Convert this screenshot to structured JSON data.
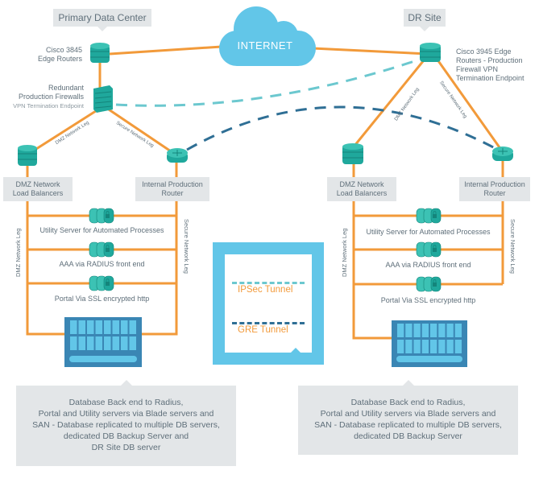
{
  "sites": {
    "primary": {
      "title": "Primary Data Center",
      "edge_router_label": [
        "Cisco 3845",
        "Edge Routers"
      ],
      "firewall_label": [
        "Redundant",
        "Production Firewalls"
      ],
      "firewall_sublabel": "VPN Termination Endpoint",
      "dmz_leg_label": "DMZ Network Leg",
      "secure_leg_label": "Secure Network Leg",
      "load_balancer_label": [
        "DMZ Network",
        "Load Balancers"
      ],
      "internal_router_label": [
        "Internal Production",
        "Router"
      ],
      "vertical_left_label": "DMZ Network Leg",
      "vertical_right_label": "Secure Network Leg",
      "servers": [
        {
          "label": "Utility Server for Automated Processes"
        },
        {
          "label": "AAA via RADIUS front end"
        },
        {
          "label": "Portal Via SSL encrypted http"
        }
      ],
      "callout": [
        "Database Back end to Radius,",
        "Portal and Utility servers via Blade servers and",
        "SAN - Database replicated to multiple DB servers,",
        "dedicated DB Backup Server and",
        "DR Site DB server"
      ]
    },
    "dr": {
      "title": "DR Site",
      "edge_router_label": [
        "Cisco 3945 Edge",
        "Routers - Production",
        "Firewall VPN",
        "Termination Endpoint"
      ],
      "dmz_leg_label": "DMZ Network Leg",
      "secure_leg_label": "Secure Network Leg",
      "load_balancer_label": [
        "DMZ Network",
        "Load Balancers"
      ],
      "internal_router_label": [
        "Internal Production",
        "Router"
      ],
      "vertical_left_label": "DMZ Network Leg",
      "vertical_right_label": "Secure Network Leg",
      "servers": [
        {
          "label": "Utility Server for Automated Processes"
        },
        {
          "label": "AAA via RADIUS front end"
        },
        {
          "label": "Portal Via SSL encrypted http"
        }
      ],
      "callout": [
        "Database Back end to Radius,",
        "Portal and Utility servers via Blade servers and",
        "SAN - Database replicated to multiple DB servers,",
        "dedicated DB Backup Server"
      ]
    }
  },
  "internet": {
    "label": "INTERNET"
  },
  "legend": {
    "ipsec": "IPSec Tunnel",
    "gre": "GRE Tunnel"
  },
  "colors": {
    "link": "#f29a3a",
    "device": "#1fa89c",
    "ipsec": "#6cc8cf",
    "gre": "#2f6f95",
    "cloud": "#62c6e8",
    "blade": "#3a86b4",
    "box": "#e3e6e8",
    "text": "#5f6f7a"
  }
}
